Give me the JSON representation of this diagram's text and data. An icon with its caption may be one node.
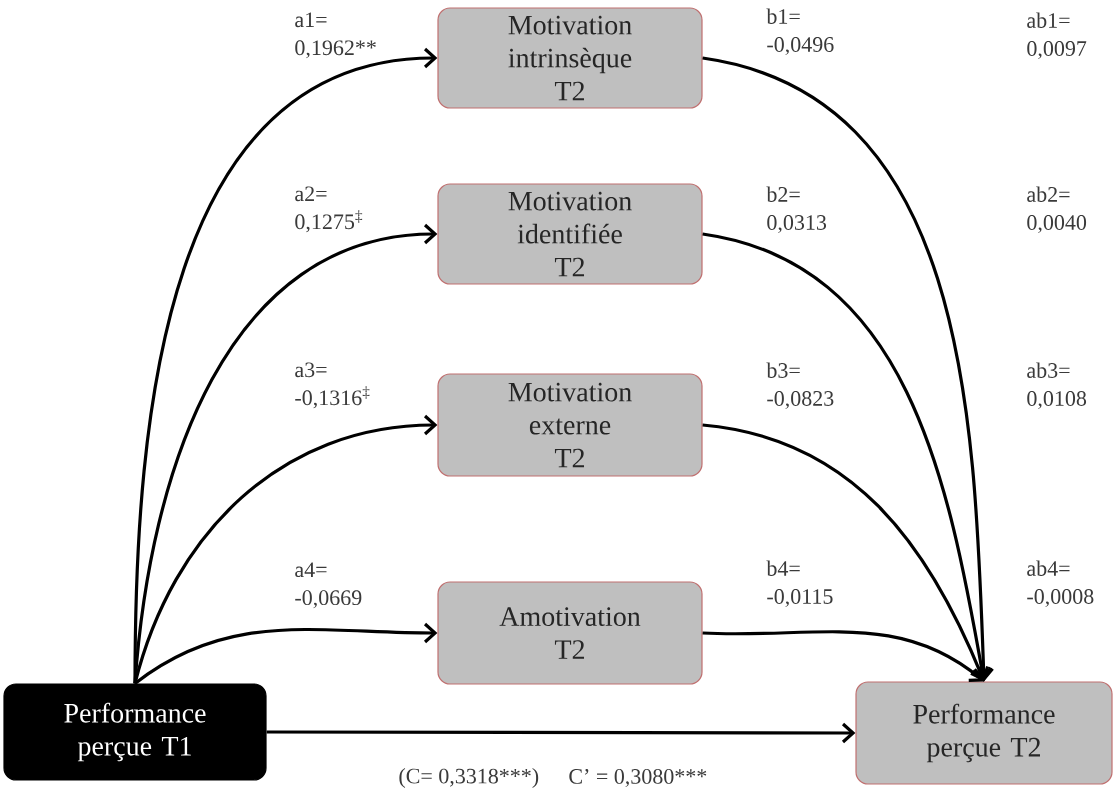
{
  "diagram": {
    "nodes": [
      {
        "text": [
          "Motivation intrinsèque T2"
        ]
      },
      {
        "text": [
          "Motivation identifiée T2"
        ]
      },
      {
        "text": [
          "Motivation externe T2"
        ]
      },
      {
        "text": [
          "Amotivation T2"
        ]
      },
      {
        "text": [
          "Performance perçue T1"
        ]
      },
      {
        "text": [
          "Performance perçue T2"
        ]
      }
    ],
    "edges": [
      {
        "from": 4,
        "to": 0,
        "arrow": "to",
        "label": "a1= 0,1962**"
      },
      {
        "from": 4,
        "to": 1,
        "arrow": "to",
        "label": "a2= 0,1275$^{‡}$"
      },
      {
        "from": 4,
        "to": 2,
        "arrow": "to",
        "label": "a3= -0,1316$^{‡}$"
      },
      {
        "from": 4,
        "to": 3,
        "arrow": "to",
        "label": "a4= -0,0669"
      },
      {
        "from": 0,
        "to": 5,
        "arrow": "to",
        "label": "b1= -0,0496"
      },
      {
        "from": 1,
        "to": 5,
        "arrow": "to",
        "label": "b2= 0,0313"
      },
      {
        "from": 2,
        "to": 5,
        "arrow": "to",
        "label": "b3= -0,0823"
      },
      {
        "from": 3,
        "to": 5,
        "arrow": "to",
        "label": "b4= -0,0115"
      },
      {
        "from": 4,
        "to": 5,
        "arrow": "to"
      }
    ],
    "labels": [
      "ab1= 0,0097",
      "ab2= 0,0040",
      "ab3= 0,0108",
      "ab4= -0,0008",
      "(C= 0,3318***)",
      "C’ = 0,3080***"
    ]
  }
}
